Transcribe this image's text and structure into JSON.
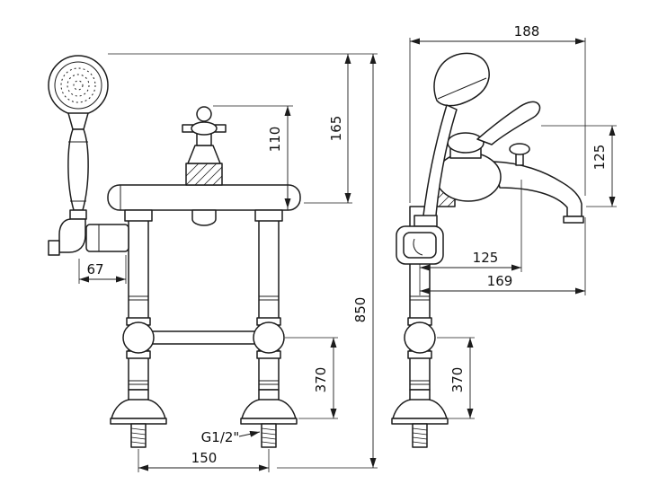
{
  "style": {
    "background": "#ffffff",
    "line_color": "#1c1c1c"
  },
  "front_view": {
    "dims": {
      "d110": "110",
      "d165": "165",
      "d67": "67",
      "d370": "370",
      "thread": "G1/2\"",
      "d150": "150"
    }
  },
  "side_view": {
    "dims": {
      "d188": "188",
      "d125_height": "125",
      "d125_reach": "125",
      "d169": "169",
      "d850": "850",
      "d370": "370"
    }
  }
}
